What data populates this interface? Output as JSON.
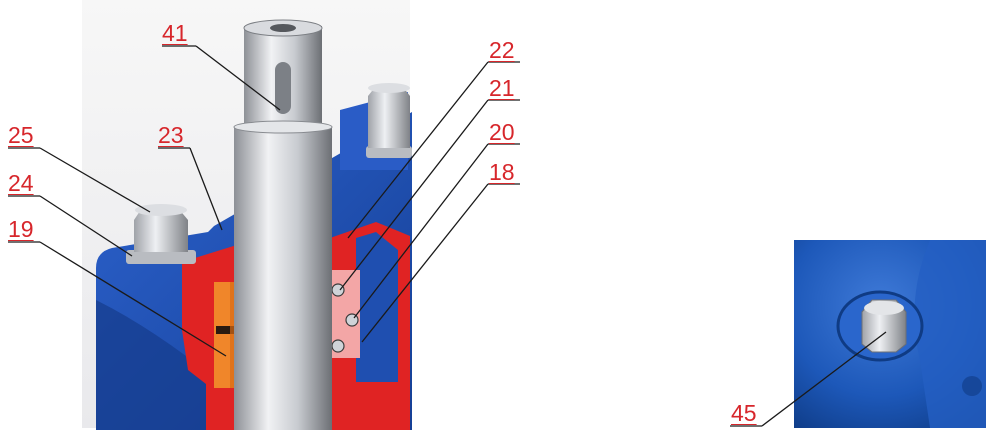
{
  "figure": {
    "main_view": {
      "callouts": [
        {
          "id": "41",
          "label": "41",
          "part": "shaft-key-slot"
        },
        {
          "id": "22",
          "label": "22",
          "part": "gland-housing"
        },
        {
          "id": "21",
          "label": "21",
          "part": "upper-o-ring"
        },
        {
          "id": "20",
          "label": "20",
          "part": "lower-o-ring"
        },
        {
          "id": "18",
          "label": "18",
          "part": "seal"
        },
        {
          "id": "25",
          "label": "25",
          "part": "bolt"
        },
        {
          "id": "23",
          "label": "23",
          "part": "gland-edge"
        },
        {
          "id": "24",
          "label": "24",
          "part": "washer"
        },
        {
          "id": "19",
          "label": "19",
          "part": "bushing"
        }
      ]
    },
    "detail_view": {
      "callouts": [
        {
          "id": "45",
          "label": "45",
          "part": "drain-plug"
        }
      ]
    }
  },
  "colors": {
    "callout_text": "#d7262b",
    "leader_line": "#1a1a1a",
    "body_blue": "#1f4fb0",
    "body_blue_dark": "#143a8a",
    "section_red": "#e02323",
    "bushing_orange": "#f0862a",
    "gland_pink": "#f3a6a6",
    "shaft_steel": "#b9bcc1",
    "background_light": "#f3f3f3"
  }
}
